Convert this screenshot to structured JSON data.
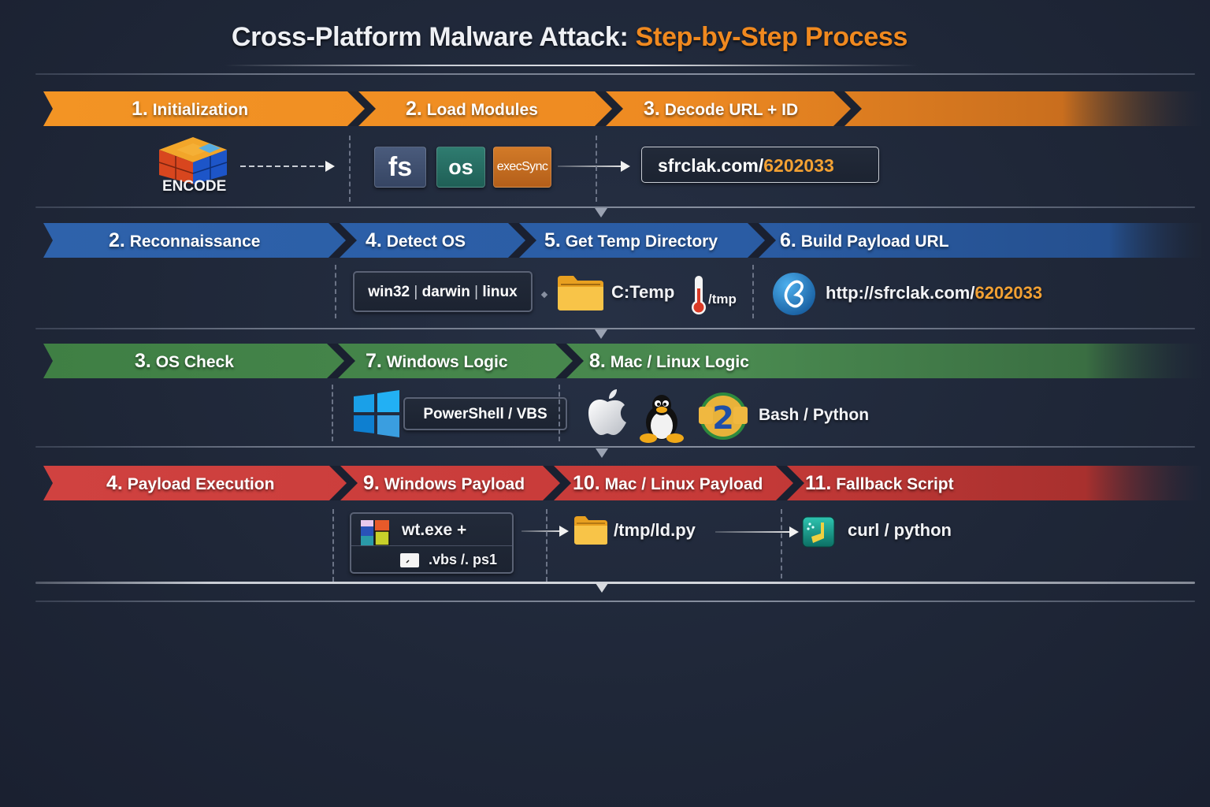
{
  "title": {
    "main": "Cross-Platform Malware Attack: ",
    "accent": "Step-by-Step Process"
  },
  "colors": {
    "orange": "#f0891f",
    "blue": "#2a5fa8",
    "green": "#3f7d45",
    "red": "#c63a36",
    "background": "#1f2738",
    "highlight": "#f3a133"
  },
  "rows": [
    {
      "phase": {
        "num": "1.",
        "label": "Initialization"
      },
      "steps": [
        {
          "num": "2.",
          "label": "Load Modules"
        },
        {
          "num": "3.",
          "label": "Decode URL + ID"
        }
      ],
      "content": {
        "encode_icon": "rubiks-cube-icon",
        "encode_label": "ENCODE",
        "modules": [
          "fs",
          "os",
          "execSync"
        ],
        "url_host": "sfrclak.com/",
        "url_id": "6202033"
      }
    },
    {
      "phase": {
        "num": "2.",
        "label": "Reconnaissance"
      },
      "steps": [
        {
          "num": "4.",
          "label": "Detect OS"
        },
        {
          "num": "5.",
          "label": "Get Temp Directory"
        },
        {
          "num": "6.",
          "label": "Build Payload URL"
        }
      ],
      "content": {
        "os_options": [
          "win32",
          "darwin",
          "linux"
        ],
        "temp_windows": "C:Temp",
        "temp_unix": "/tmp",
        "payload_url_host": "http://sfrclak.com/",
        "payload_url_id": "6202033"
      }
    },
    {
      "phase": {
        "num": "3.",
        "label": "OS Check"
      },
      "steps": [
        {
          "num": "7.",
          "label": "Windows Logic"
        },
        {
          "num": "8.",
          "label": "Mac / Linux Logic"
        }
      ],
      "content": {
        "windows_script": "PowerShell / VBS",
        "unix_script": "Bash / Python"
      }
    },
    {
      "phase": {
        "num": "4.",
        "label": "Payload Execution"
      },
      "steps": [
        {
          "num": "9.",
          "label": "Windows Payload"
        },
        {
          "num": "10.",
          "label": "Mac / Linux Payload"
        },
        {
          "num": "11.",
          "label": "Fallback Script"
        }
      ],
      "content": {
        "windows_exe": "wt.exe +",
        "windows_scripts": ".vbs /. ps1",
        "unix_payload": "/tmp/ld.py",
        "fallback": "curl / python"
      }
    }
  ]
}
